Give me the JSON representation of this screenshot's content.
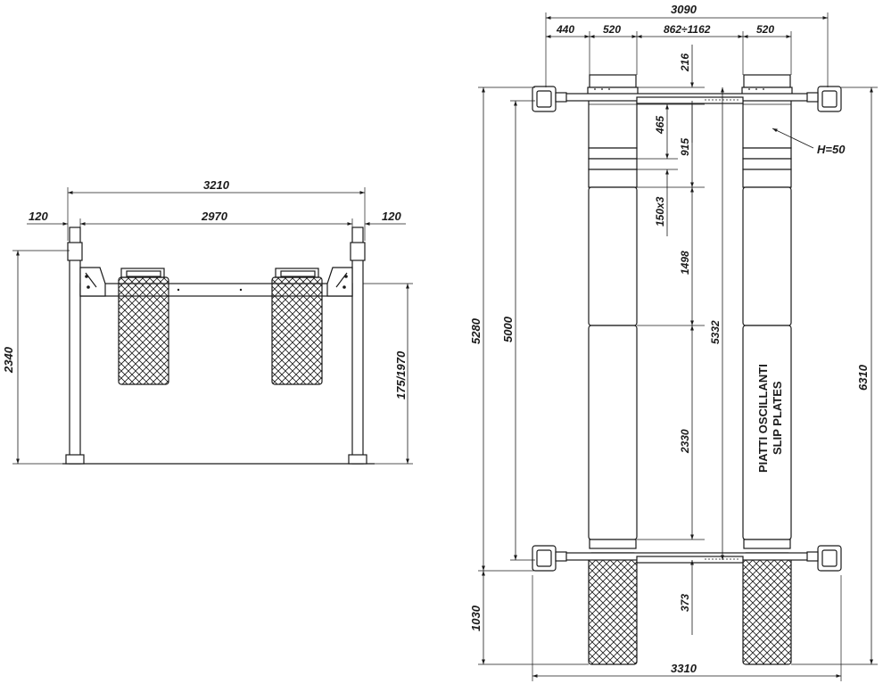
{
  "front_view": {
    "overall_width": "3210",
    "inner_width": "2970",
    "left_post": "120",
    "right_post": "120",
    "height": "2340",
    "lift_range": "175/1970"
  },
  "top_view": {
    "overall_width_top": "3090",
    "seg_440": "440",
    "seg_520_left": "520",
    "track_gap": "862÷1162",
    "seg_520_right": "520",
    "overall_width_bottom": "3310",
    "dim_216": "216",
    "dim_465": "465",
    "dim_915": "915",
    "dim_150x3": "150x3",
    "dim_1498": "1498",
    "dim_5332": "5332",
    "dim_2330": "2330",
    "dim_373": "373",
    "dim_5280": "5280",
    "dim_5000": "5000",
    "dim_1030": "1030",
    "dim_6310": "6310",
    "height_note": "H=50",
    "slip_plates_line1": "PIATTI OSCILLANTI",
    "slip_plates_line2": "SLIP PLATES"
  }
}
